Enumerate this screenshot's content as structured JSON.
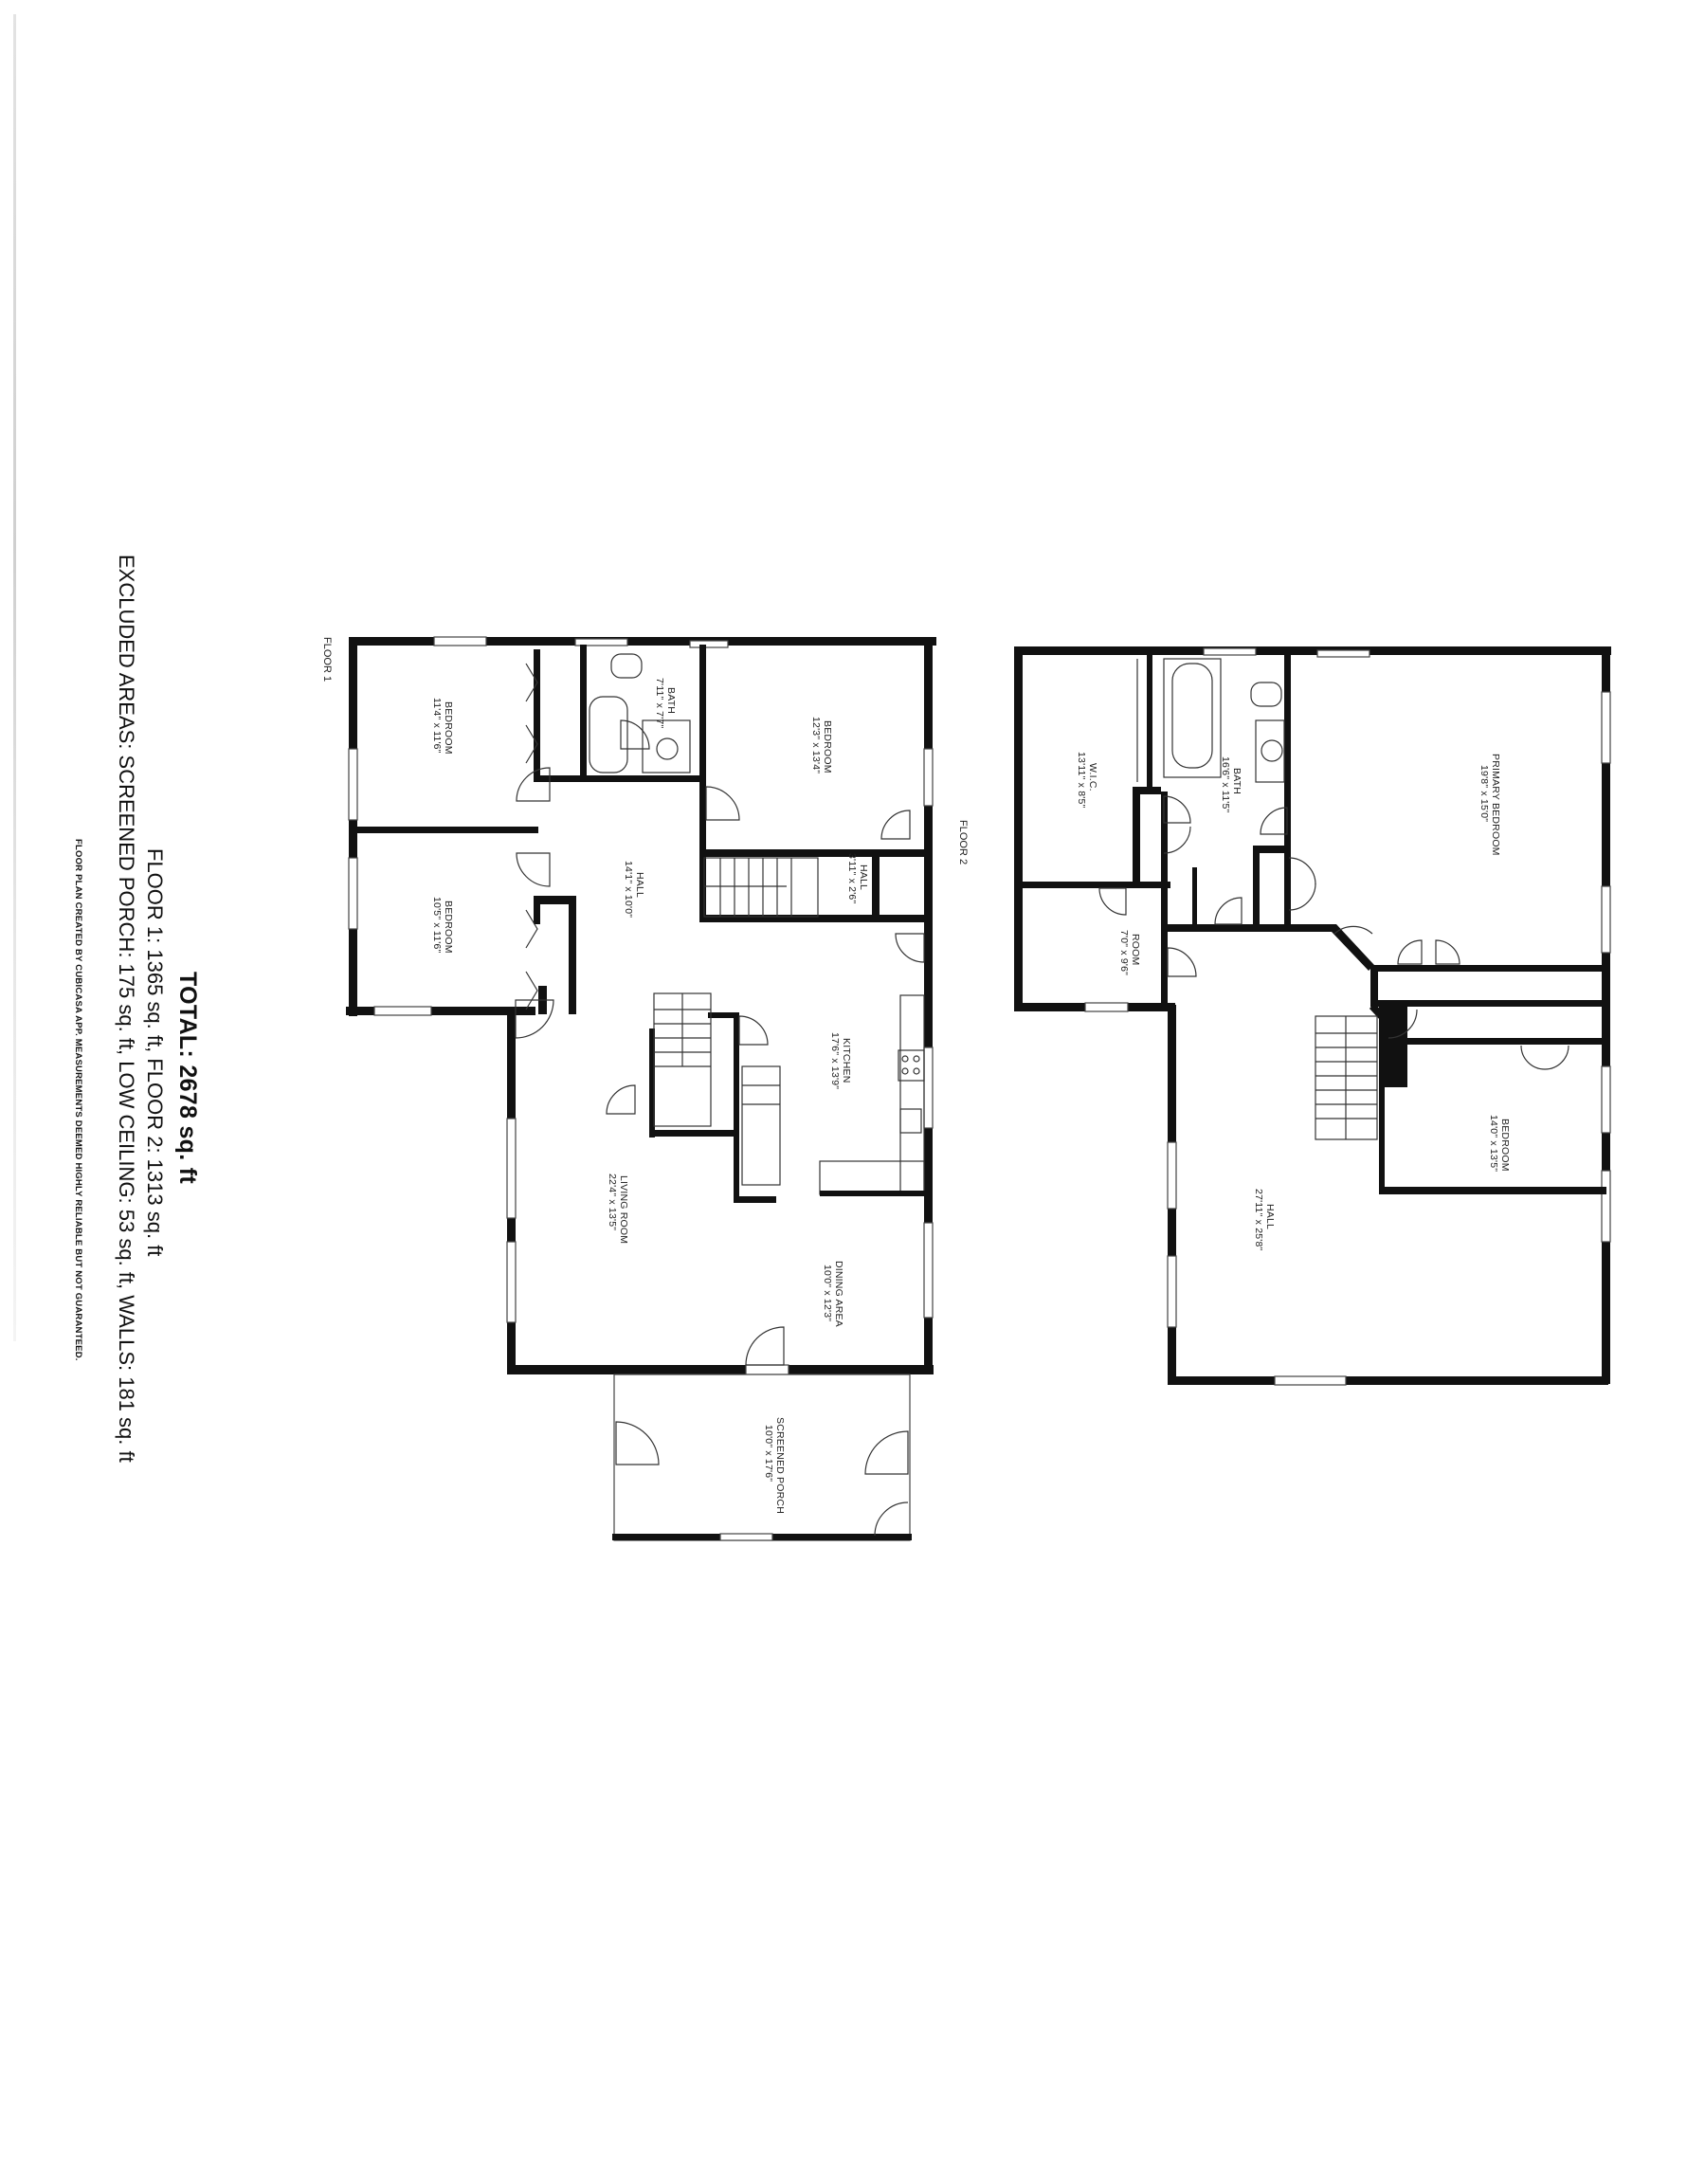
{
  "document": {
    "orientation": "rotated-90-clockwise",
    "summary": {
      "total": "TOTAL: 2678 sq. ft",
      "floors": "FLOOR 1: 1365 sq. ft, FLOOR 2: 1313 sq. ft",
      "excluded": "EXCLUDED AREAS: SCREENED PORCH: 175 sq. ft, LOW CEILING: 53 sq. ft, WALLS: 181 sq. ft",
      "credit": "FLOOR PLAN CREATED BY CUBICASA APP. MEASUREMENTS DEEMED HIGHLY RELIABLE BUT NOT GUARANTEED."
    },
    "floor1": {
      "label": "FLOOR 1",
      "area_sqft": 1365,
      "rooms": [
        {
          "name": "BEDROOM",
          "dims": "11'4\" x 11'6\""
        },
        {
          "name": "BATH",
          "dims": "7'11\" x 7'7\""
        },
        {
          "name": "BEDROOM",
          "dims": "12'3\" x 13'4\""
        },
        {
          "name": "BEDROOM",
          "dims": "10'5\" x 11'6\""
        },
        {
          "name": "HALL",
          "dims": "14'1\" x 10'0\""
        },
        {
          "name": "HALL",
          "dims": "3'11\" x 2'6\""
        },
        {
          "name": "KITCHEN",
          "dims": "17'6\" x 13'9\""
        },
        {
          "name": "LIVING ROOM",
          "dims": "22'4\" x 13'5\""
        },
        {
          "name": "DINING AREA",
          "dims": "10'0\" x 12'3\""
        },
        {
          "name": "SCREENED PORCH",
          "dims": "10'0\" x 17'6\""
        }
      ]
    },
    "floor2": {
      "label": "FLOOR 2",
      "area_sqft": 1313,
      "rooms": [
        {
          "name": "W.I.C.",
          "dims": "13'11\" x 8'5\""
        },
        {
          "name": "BATH",
          "dims": "16'6\" x 11'5\""
        },
        {
          "name": "PRIMARY BEDROOM",
          "dims": "19'8\" x 15'0\""
        },
        {
          "name": "ROOM",
          "dims": "7'0\" x 9'6\""
        },
        {
          "name": "BEDROOM",
          "dims": "14'0\" x 13'5\""
        },
        {
          "name": "HALL",
          "dims": "27'11\" x 25'8\""
        }
      ]
    }
  }
}
